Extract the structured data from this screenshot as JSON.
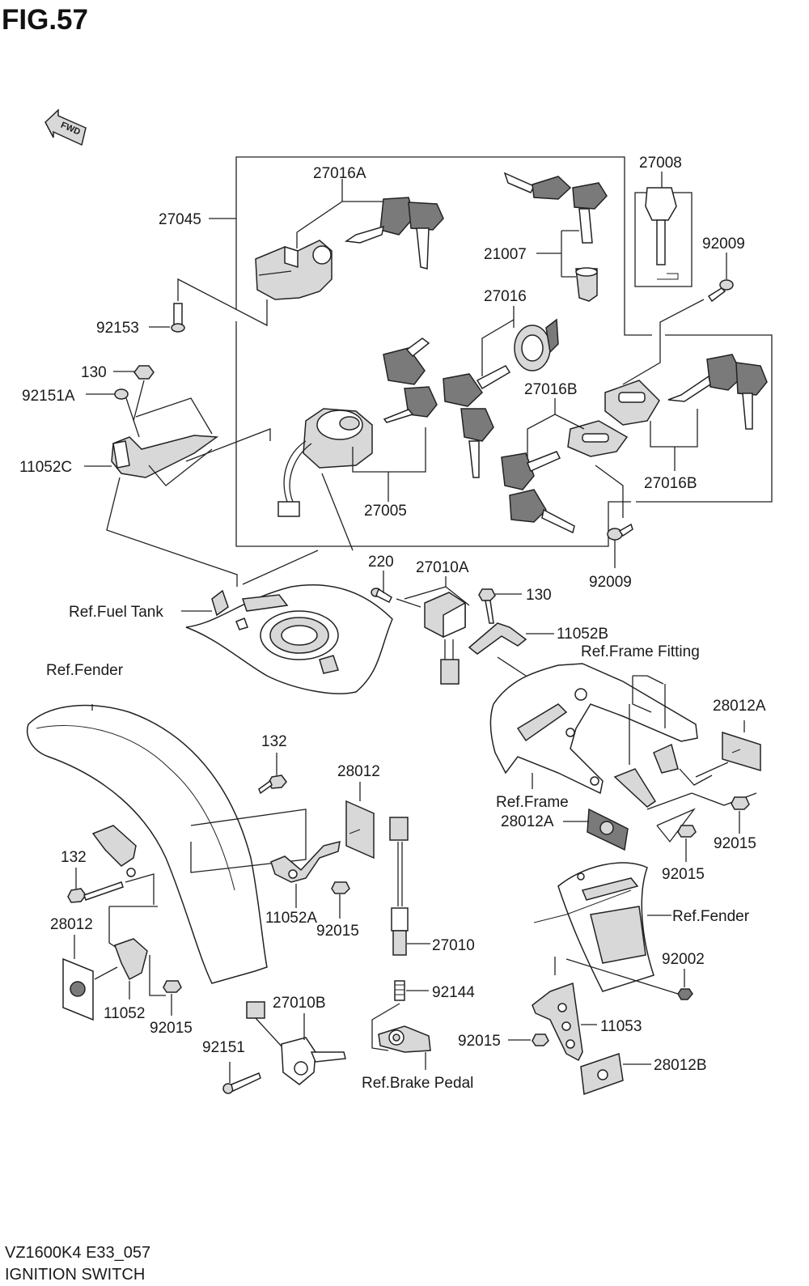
{
  "figure": {
    "title": "FIG.57",
    "direction_label": "FWD",
    "model_code": "VZ1600K4 E33_057",
    "section_name": "IGNITION SWITCH"
  },
  "callouts": {
    "c27016A_top": "27016A",
    "c27045": "27045",
    "c27008": "27008",
    "c92009_top": "92009",
    "c21007": "21007",
    "c92153": "92153",
    "c27016": "27016",
    "c130_left": "130",
    "c92151A": "92151A",
    "c27016B_mid": "27016B",
    "c11052C": "11052C",
    "c27005": "27005",
    "c27016B_right": "27016B",
    "c220": "220",
    "c27010A": "27010A",
    "c92009_bottom": "92009",
    "c130_right": "130",
    "c11052B": "11052B",
    "ref_fuel_tank": "Ref.Fuel Tank",
    "ref_frame_fitting": "Ref.Frame Fitting",
    "ref_fender_front": "Ref.Fender",
    "c28012A_top": "28012A",
    "c132_top": "132",
    "c28012_mid": "28012",
    "ref_frame": "Ref.Frame",
    "c28012A_mid": "28012A",
    "c92015_right": "92015",
    "c132_left": "132",
    "c11052A": "11052A",
    "c92015_center": "92015",
    "c92015_right2": "92015",
    "ref_fender_rear": "Ref.Fender",
    "c28012_left": "28012",
    "c27010": "27010",
    "c92002": "92002",
    "c11052": "11052",
    "c92144": "92144",
    "c92015_left": "92015",
    "c27010B": "27010B",
    "c11053": "11053",
    "c92151": "92151",
    "c92015_rear": "92015",
    "ref_brake_pedal": "Ref.Brake Pedal",
    "c28012B": "28012B"
  }
}
